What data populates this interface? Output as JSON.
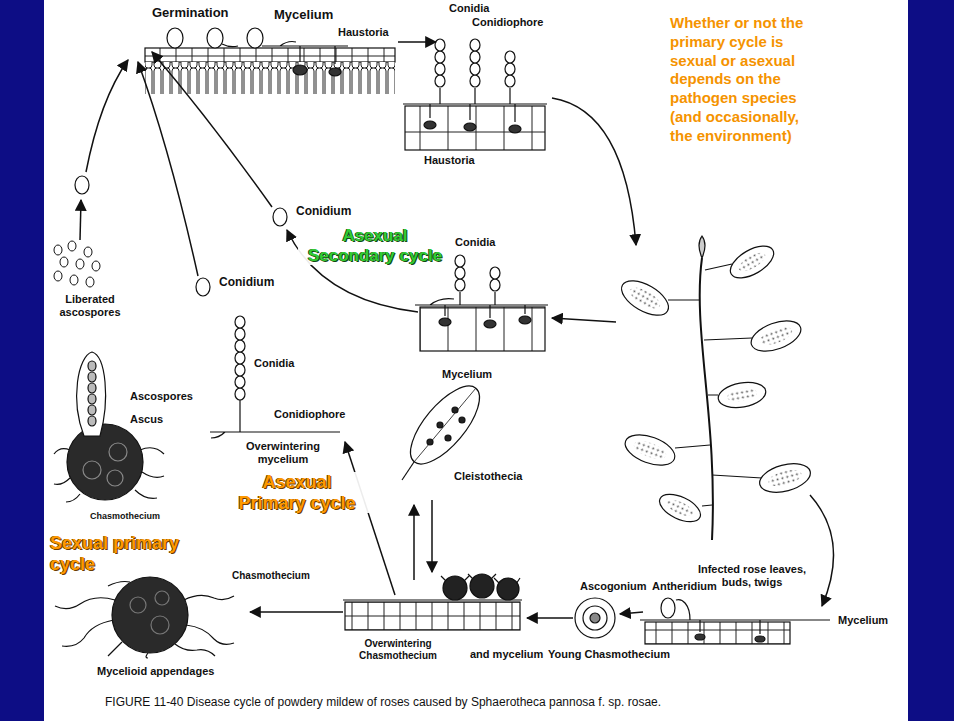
{
  "diagram": {
    "caption": "FIGURE 11-40 Disease cycle of powdery mildew of roses caused by Sphaerotheca pannosa f. sp. rosae.",
    "labels": [
      "Germination",
      "Mycelium",
      "Haustoria",
      "Conidia",
      "Conidiophore",
      "Haustoria",
      "Whether or not the primary cycle is sexual or asexual depends on the pathogen species (and occasionally, the environment)",
      "Conidium",
      "Asexual Secondary cycle",
      "Conidia",
      "Conidium",
      "Liberated ascospores",
      "Mycelium",
      "Conidia",
      "Ascospores",
      "Ascus",
      "Conidiophore",
      "Overwintering mycelium",
      "Asexual Primary cycle",
      "Cleistothecia",
      "Chasmothecium",
      "Sexual primary cycle",
      "Chasmothecium",
      "Infected rose leaves, buds, twigs",
      "Ascogonium",
      "Antheridium",
      "Mycelium",
      "Overwintering Chasmothecium",
      "and mycelium",
      "Young Chasmothecium",
      "Mycelioid appendages"
    ]
  }
}
